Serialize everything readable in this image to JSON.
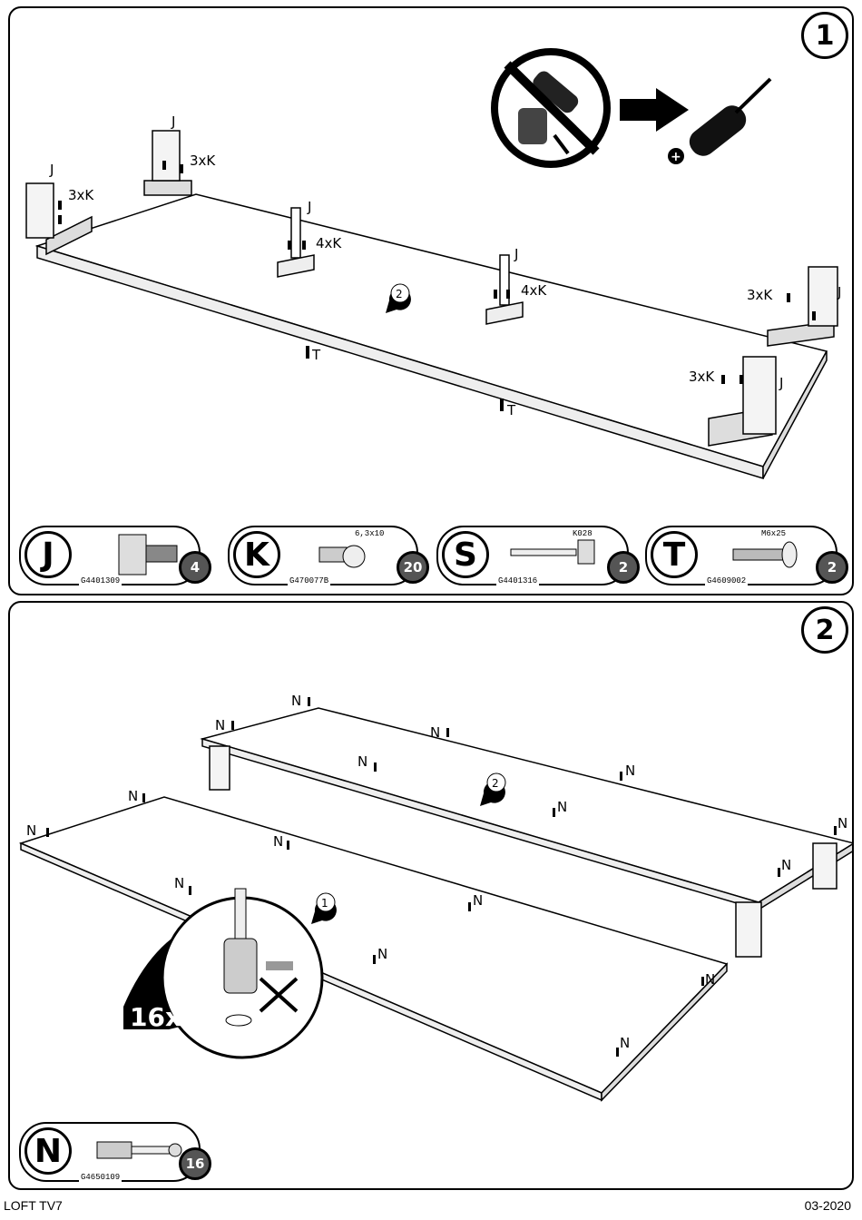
{
  "step1": {
    "number": "1",
    "labels": {
      "J": "J",
      "K3": "3xK",
      "K4": "4xK",
      "T": "T",
      "ref2": "2"
    },
    "icons": [
      "no-power-drill-icon",
      "screwdriver-icon"
    ],
    "parts": [
      {
        "letter": "J",
        "code": "G4401309",
        "qty": "4",
        "spec": ""
      },
      {
        "letter": "K",
        "code": "G470077B",
        "qty": "20",
        "spec": "6,3x10"
      },
      {
        "letter": "S",
        "code": "G4401316",
        "qty": "2",
        "spec": "K028"
      },
      {
        "letter": "T",
        "code": "G4609002",
        "qty": "2",
        "spec": "M6x25"
      }
    ]
  },
  "step2": {
    "number": "2",
    "labels": {
      "N": "N",
      "ref1": "1",
      "ref2": "2",
      "count": "16x"
    },
    "parts": [
      {
        "letter": "N",
        "code": "G4650109",
        "qty": "16"
      }
    ]
  },
  "footer": {
    "product": "LOFT TV7",
    "date": "03-2020"
  }
}
